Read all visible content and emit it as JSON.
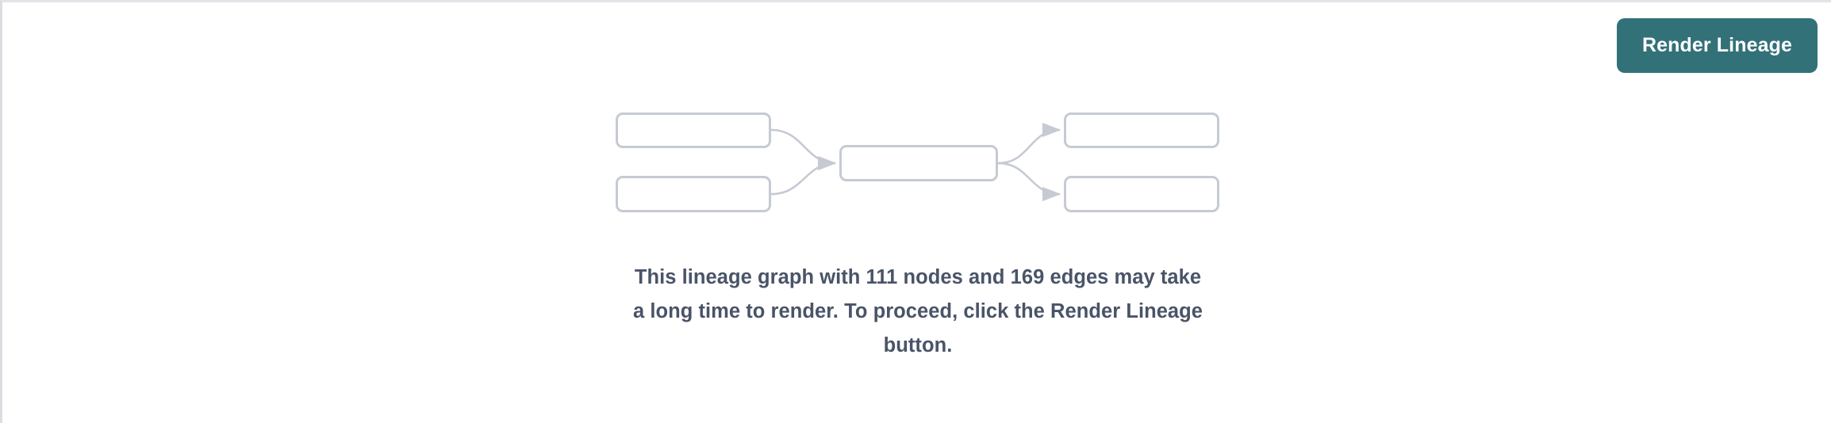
{
  "panel": {
    "background_color": "#ffffff",
    "border_color": "#e3e4e8"
  },
  "toolbar": {
    "render_lineage_label": "Render Lineage",
    "button_color": "#337179",
    "button_text_color": "#ffffff"
  },
  "placeholder_graph": {
    "node_border_color": "#c5cad3",
    "edge_color": "#c5cad3",
    "nodes": [
      {
        "id": "source-1",
        "label": ""
      },
      {
        "id": "source-2",
        "label": ""
      },
      {
        "id": "center",
        "label": ""
      },
      {
        "id": "target-1",
        "label": ""
      },
      {
        "id": "target-2",
        "label": ""
      }
    ],
    "edges": [
      {
        "from": "source-1",
        "to": "center"
      },
      {
        "from": "source-2",
        "to": "center"
      },
      {
        "from": "center",
        "to": "target-1"
      },
      {
        "from": "center",
        "to": "target-2"
      }
    ]
  },
  "warning": {
    "text_color": "#4a5468",
    "node_count": "111",
    "edge_count": "169",
    "line1": "This lineage graph with 111 nodes and 169 edges may take",
    "line2": "a long time to render. To proceed, click the Render Lineage",
    "line3": "button."
  }
}
